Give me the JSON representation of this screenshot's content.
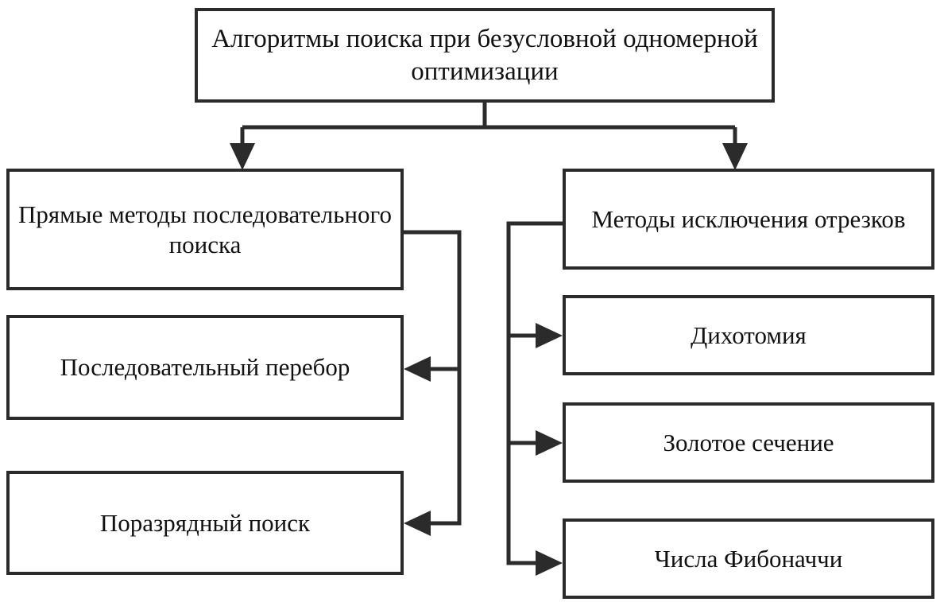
{
  "diagram": {
    "title_node": {
      "id": "title",
      "label": "Алгоритмы поиска при безусловной одномерной оптимизации"
    },
    "left_branch": {
      "heading": {
        "id": "direct-sequential-search",
        "label": "Прямые методы последовательного поиска"
      },
      "children": [
        {
          "id": "sequential-enumeration",
          "label": "Последовательный перебор"
        },
        {
          "id": "bitwise-search",
          "label": "Поразрядный поиск"
        }
      ]
    },
    "right_branch": {
      "heading": {
        "id": "segment-exclusion-methods",
        "label": "Методы исключения отрезков"
      },
      "children": [
        {
          "id": "dichotomy",
          "label": "Дихотомия"
        },
        {
          "id": "golden-section",
          "label": "Золотое сечение"
        },
        {
          "id": "fibonacci-numbers",
          "label": "Числа Фибоначчи"
        }
      ]
    },
    "colors": {
      "stroke": "#2b2b2b",
      "background": "#ffffff",
      "text": "#111111"
    },
    "connectors": [
      {
        "id": "title-to-left-heading",
        "kind": "elbow-arrow",
        "direction": "down"
      },
      {
        "id": "title-to-right-heading",
        "kind": "elbow-arrow",
        "direction": "down"
      },
      {
        "id": "left-heading-to-sequential-enumeration",
        "kind": "bus-arrow",
        "direction": "left"
      },
      {
        "id": "left-heading-to-bitwise-search",
        "kind": "bus-arrow",
        "direction": "left"
      },
      {
        "id": "right-heading-to-dichotomy",
        "kind": "bus-arrow",
        "direction": "right"
      },
      {
        "id": "right-heading-to-golden-section",
        "kind": "bus-arrow",
        "direction": "right"
      },
      {
        "id": "right-heading-to-fibonacci-numbers",
        "kind": "bus-arrow",
        "direction": "right"
      }
    ]
  }
}
